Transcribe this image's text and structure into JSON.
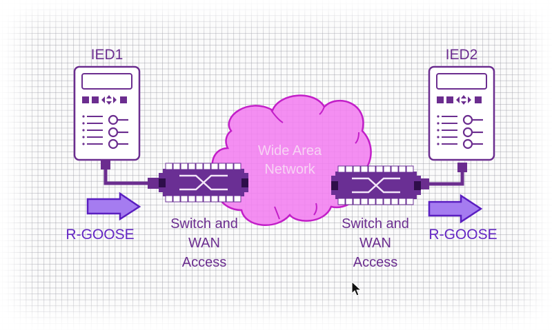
{
  "diagram": {
    "ied1": {
      "label": "IED1"
    },
    "ied2": {
      "label": "IED2"
    },
    "cloud": {
      "line1": "Wide Area",
      "line2": "Network"
    },
    "switch_left": {
      "line1": "Switch and",
      "line2": "WAN",
      "line3": "Access"
    },
    "switch_right": {
      "line1": "Switch and",
      "line2": "WAN",
      "line3": "Access"
    },
    "arrow_left": {
      "label": "R-GOOSE",
      "direction": "right"
    },
    "arrow_right": {
      "label": "R-GOOSE",
      "direction": "right"
    },
    "colors": {
      "device_purple": "#6b2d8f",
      "switch_purple": "#6a2f94",
      "cloud_fill": "#f27ef0",
      "cloud_stroke": "#c21ec8",
      "arrow_fill": "#a57cf0",
      "arrow_stroke": "#5a1ec0"
    }
  },
  "cursor": {
    "icon": "arrow-pointer-icon"
  }
}
